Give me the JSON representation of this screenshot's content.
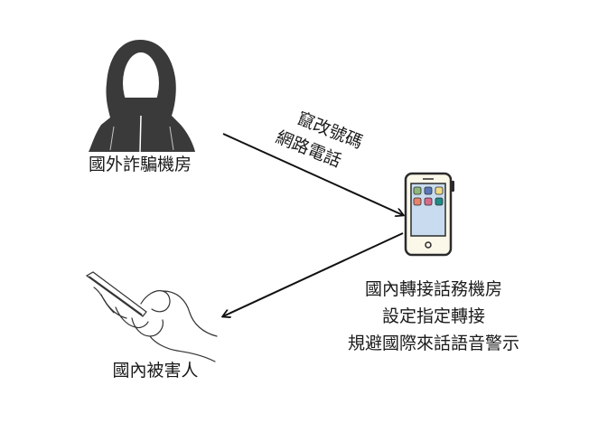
{
  "diagram": {
    "type": "flow",
    "nodes": [
      {
        "id": "scammer",
        "icon": "hooded-figure-icon",
        "label": "國外詐騙機房"
      },
      {
        "id": "relay",
        "icon": "smartphone-icon",
        "label_lines": [
          "國內轉接話務機房",
          "設定指定轉接",
          "規避國際來話語音警示"
        ]
      },
      {
        "id": "victim",
        "icon": "hand-holding-phone-icon",
        "label": "國內被害人"
      }
    ],
    "edges": [
      {
        "from": "scammer",
        "to": "relay",
        "label_lines": [
          "竄改號碼",
          "網路電話"
        ]
      },
      {
        "from": "relay",
        "to": "victim",
        "label_lines": []
      }
    ]
  },
  "labels": {
    "scammer": "國外詐騙機房",
    "call_line1": "竄改號碼",
    "call_line2": "網路電話",
    "relay_line1": "國內轉接話務機房",
    "relay_line2": "設定指定轉接",
    "relay_line3": "規避國際來話語音警示",
    "victim": "國內被害人"
  },
  "colors": {
    "figure": "#3a3a3a",
    "phone_body": "#fbf8ea",
    "phone_outline": "#2b2b2b",
    "phone_screen": "#c9dcef",
    "app_icons": [
      "#8fb87a",
      "#5a78b8",
      "#f0dc8a",
      "#e8826a",
      "#d76a8a",
      "#1f8c86"
    ],
    "arrow": "#111111"
  }
}
